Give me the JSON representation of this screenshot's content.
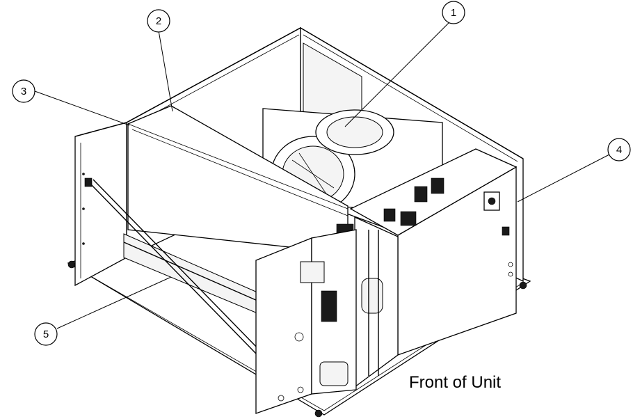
{
  "callouts": [
    {
      "id": "1"
    },
    {
      "id": "2"
    },
    {
      "id": "3"
    },
    {
      "id": "4"
    },
    {
      "id": "5"
    }
  ],
  "front_label": "Front of Unit"
}
